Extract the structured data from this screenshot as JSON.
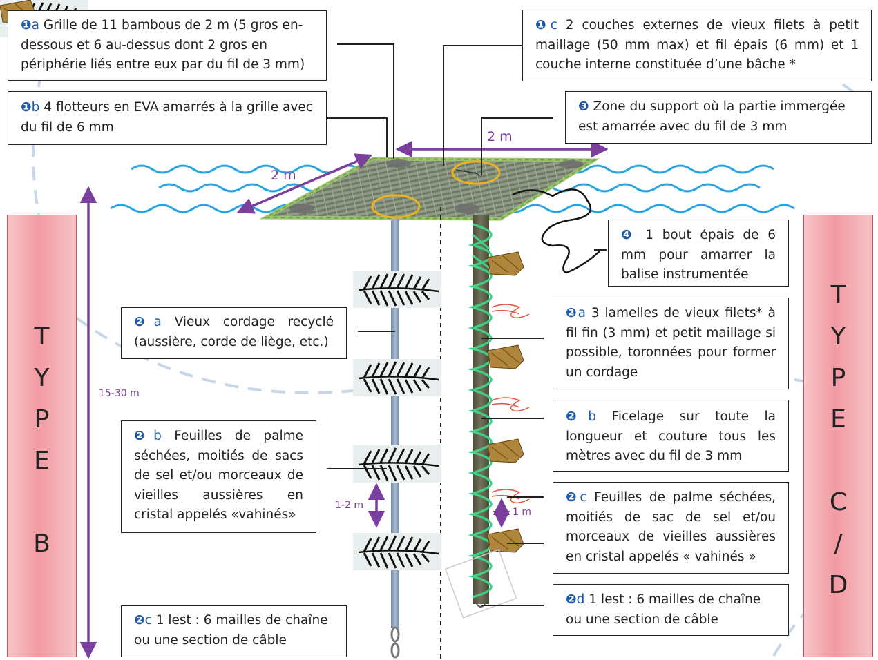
{
  "labels": {
    "1a": {
      "num": "❶",
      "sub": "a",
      "text": " Grille de 11 bambous de 2 m (5 gros en-dessous et 6 au-dessus dont 2 gros en périphérie liés entre eux par du fil de 3 mm)"
    },
    "1b": {
      "num": "❶",
      "sub": "b",
      "text": " 4 flotteurs en EVA amarrés à la grille avec du fil de 6 mm"
    },
    "1c": {
      "num": "❶",
      "sub": "c",
      "text": " 2 couches externes de vieux filets à petit maillage (50 mm max) et fil épais (6 mm) et 1 couche interne constituée d’une bâche *"
    },
    "3": {
      "num": "❸",
      "text": " Zone du support où la partie immergée est amarrée avec du fil de 3 mm"
    },
    "4": {
      "num": "❹",
      "text": " 1 bout épais de 6 mm pour amarrer la balise instrumentée"
    },
    "2a_b": {
      "num": "❷",
      "sub": "a",
      "text": " Vieux cordage recyclé (aussière, corde de liège, etc.)"
    },
    "2b_b": {
      "num": "❷",
      "sub": "b",
      "text": " Feuilles de palme séchées, moitiés de sacs de sel et/ou morceaux de vieilles aussières en cristal appelés «vahinés»"
    },
    "2c_b": {
      "num": "❷",
      "sub": "c",
      "text": " 1 lest : 6 mailles de chaîne ou une section de câble"
    },
    "2a_cd": {
      "num": "❷",
      "sub": "a",
      "text": " 3 lamelles de vieux filets* à fil fin (3 mm) et petit maillage si possible, toronnées pour former un cordage"
    },
    "2b_cd": {
      "num": "❷",
      "sub": "b",
      "text": " Ficelage sur toute la longueur et couture tous les mètres avec du fil de 3 mm"
    },
    "2c_cd": {
      "num": "❷",
      "sub": "c",
      "text": " Feuilles de palme séchées, moitiés de sac de sel et/ou morceaux de vieilles aussières en cristal appelés « vahinés »"
    },
    "2d_cd": {
      "num": "❷",
      "sub": "d",
      "text": " 1 lest : 6 mailles de chaîne ou une section de câble"
    }
  },
  "type_left": [
    "T",
    "Y",
    "P",
    "E",
    "B"
  ],
  "type_right": [
    "T",
    "Y",
    "P",
    "E",
    "C",
    "/",
    "D"
  ],
  "dimensions": {
    "width_top": "2 m",
    "width_side": "2 m",
    "depth": "15-30 m",
    "spacing_b": "1-2 m",
    "spacing_cd": "1 m"
  },
  "colors": {
    "water": "#2aa3df",
    "raft": "#7aa55a",
    "dimension": "#7b3f9e",
    "rope_b": "#8fa6bd",
    "rope_cd": "#5c5c4a",
    "twine": "#3fcf86",
    "highlight": "#f0b21c",
    "type_fill": "#f29aa2"
  }
}
